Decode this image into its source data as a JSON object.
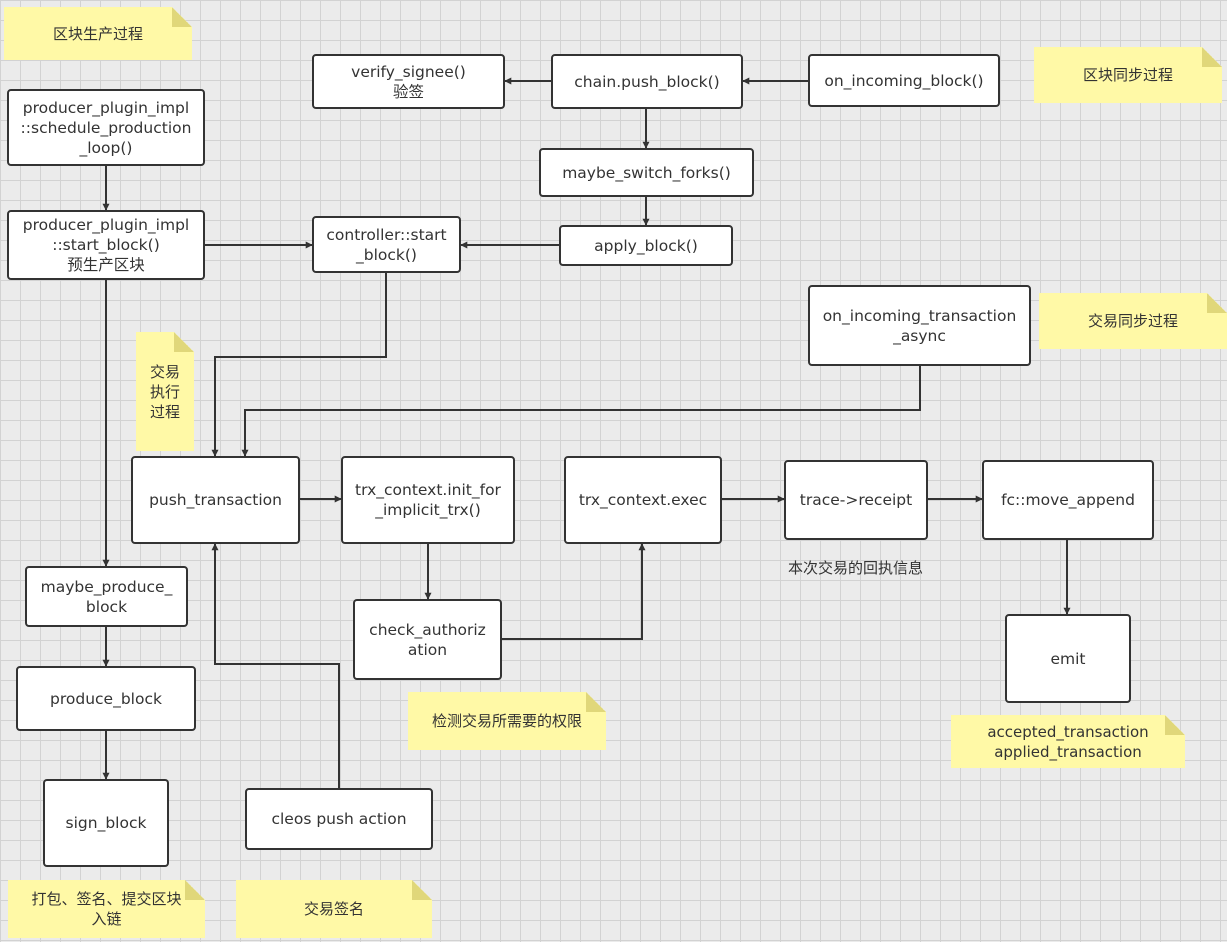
{
  "nodes": {
    "verify_signee": "verify_signee()\n验签",
    "push_block": "chain.push_block()",
    "on_incoming_block": "on_incoming_block()",
    "schedule_loop": "producer_plugin_impl\n::schedule_production\n_loop()",
    "maybe_switch_forks": "maybe_switch_forks()",
    "start_block": "producer_plugin_impl\n::start_block()\n预生产区块",
    "controller_start": "controller::start\n_block()",
    "apply_block": "apply_block()",
    "on_incoming_trx": "on_incoming_transaction\n_async",
    "push_transaction": "push_transaction",
    "init_implicit": "trx_context.init_for\n_implicit_trx()",
    "trx_exec": "trx_context.exec",
    "trace_receipt": "trace->receipt",
    "move_append": "fc::move_append",
    "maybe_produce": "maybe_produce_\nblock",
    "check_auth": "check_authoriz\nation",
    "emit": "emit",
    "produce_block": "produce_block",
    "sign_block": "sign_block",
    "cleos_push": "cleos push action"
  },
  "notes": {
    "block_production": "区块生产过程",
    "block_sync": "区块同步过程",
    "trx_sync": "交易同步过程",
    "trx_exec_process": "交易\n执行\n过程",
    "check_permission": "检测交易所需要的权限",
    "emitted_signals": "accepted_transaction\napplied_transaction",
    "pack_sign_submit": "打包、签名、提交区块\n入链",
    "trx_signature": "交易签名"
  },
  "labels": {
    "receipt_info": "本次交易的回执信息"
  },
  "colors": {
    "background": "#ebebeb",
    "grid": "#d2d2d2",
    "box_border": "#333333",
    "note_fill": "#fff9a6"
  }
}
